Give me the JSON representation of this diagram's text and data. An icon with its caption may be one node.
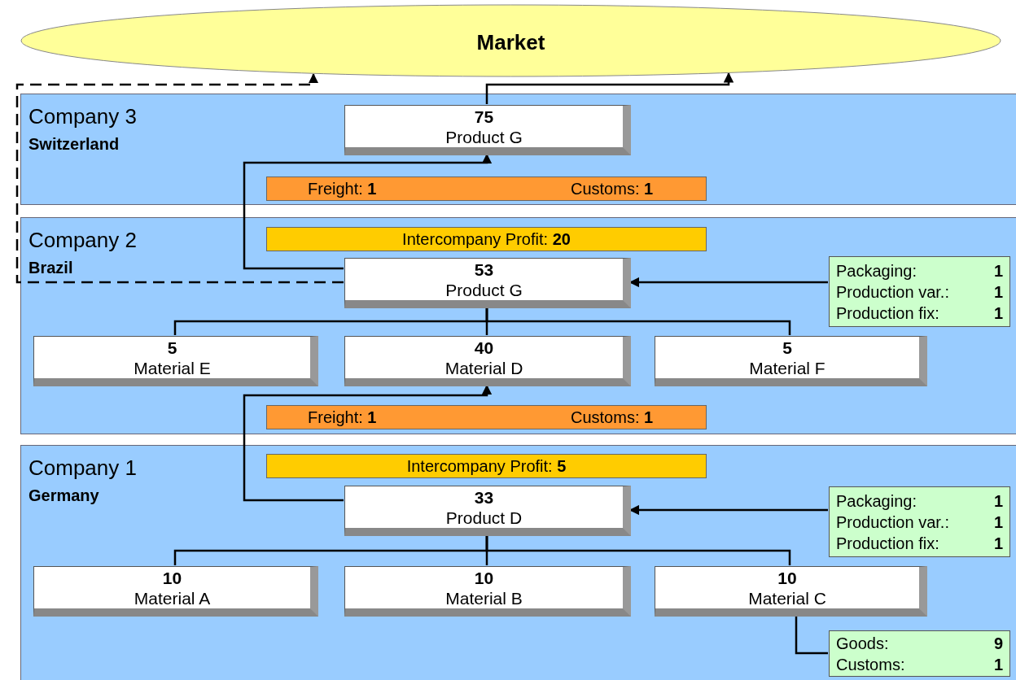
{
  "diagram": {
    "nodes": [
      {
        "text": [
          "Market"
        ]
      },
      {
        "text": [
          "Company 3",
          "Switzerland"
        ]
      },
      {
        "text": [
          "75",
          "Product G"
        ],
        "in": 1
      },
      {
        "text": [
          "Freight: **1**",
          "Customs: **1**"
        ],
        "in": 1
      },
      {
        "text": [
          "Company 2",
          "Brazil"
        ]
      },
      {
        "text": [
          "Intercompany Profit: **20**"
        ],
        "in": 4
      },
      {
        "text": [
          "53",
          "Product G"
        ],
        "in": 4
      },
      {
        "text": [
          "Packaging: **1**",
          "Production var.: **1**",
          "Production fix: **1**"
        ],
        "in": 4
      },
      {
        "text": [
          "5",
          "Material E"
        ],
        "in": 4
      },
      {
        "text": [
          "40",
          "Material D"
        ],
        "in": 4
      },
      {
        "text": [
          "5",
          "Material F"
        ],
        "in": 4
      },
      {
        "text": [
          "Freight: **1**",
          "Customs: **1**"
        ],
        "in": 4
      },
      {
        "text": [
          "Company 1",
          "Germany"
        ]
      },
      {
        "text": [
          "Intercompany Profit: **5**"
        ],
        "in": 12
      },
      {
        "text": [
          "33",
          "Product D"
        ],
        "in": 12
      },
      {
        "text": [
          "Packaging: **1**",
          "Production var.: **1**",
          "Production fix: **1**"
        ],
        "in": 12
      },
      {
        "text": [
          "10",
          "Material A"
        ],
        "in": 12
      },
      {
        "text": [
          "10",
          "Material B"
        ],
        "in": 12
      },
      {
        "text": [
          "10",
          "Material C"
        ],
        "in": 12
      },
      {
        "text": [
          "Goods: **9**",
          "Customs: **1**"
        ],
        "in": 12
      }
    ],
    "edges": [
      {
        "from": 2,
        "to": 0,
        "arrow": "to"
      },
      {
        "from": 6,
        "to": 0,
        "arrow": "to",
        "style": "dashed"
      },
      {
        "from": 6,
        "to": 2,
        "arrow": "to"
      },
      {
        "from": 7,
        "to": 6,
        "arrow": "to"
      },
      {
        "from": 8,
        "to": 6,
        "arrow": "none"
      },
      {
        "from": 9,
        "to": 6,
        "arrow": "none"
      },
      {
        "from": 10,
        "to": 6,
        "arrow": "none"
      },
      {
        "from": 14,
        "to": 9,
        "arrow": "to"
      },
      {
        "from": 15,
        "to": 14,
        "arrow": "to"
      },
      {
        "from": 16,
        "to": 14,
        "arrow": "none"
      },
      {
        "from": 17,
        "to": 14,
        "arrow": "none"
      },
      {
        "from": 18,
        "to": 14,
        "arrow": "none"
      },
      {
        "from": 18,
        "to": 19,
        "arrow": "none"
      }
    ]
  }
}
